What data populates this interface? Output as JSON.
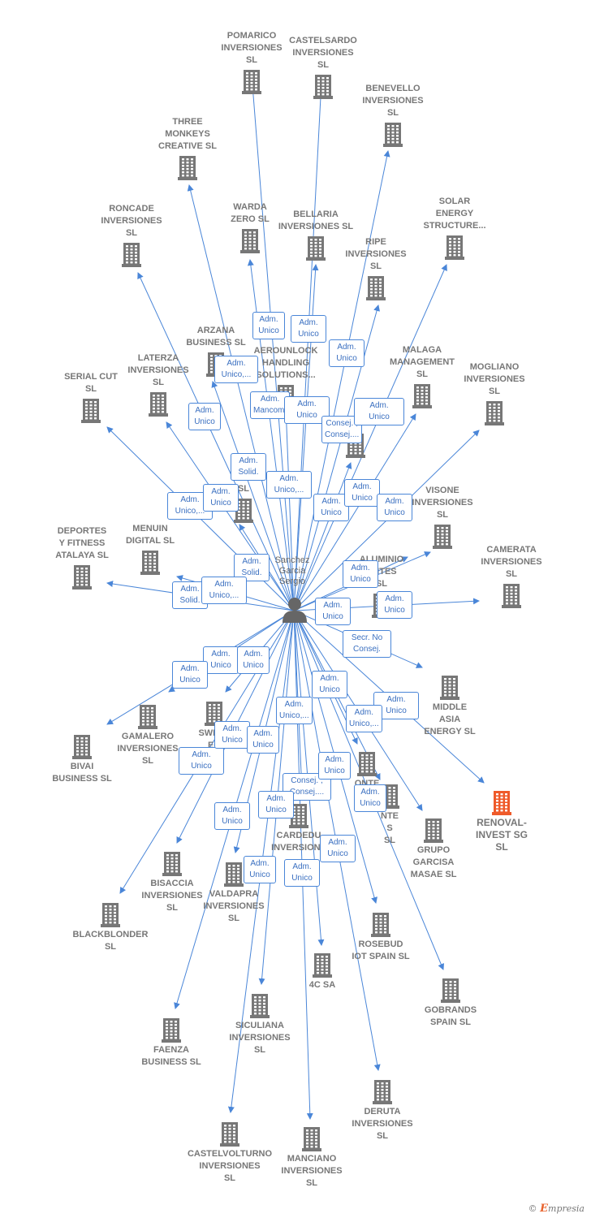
{
  "colors": {
    "edge": "#4a86d8",
    "building": "#777777",
    "highlight": "#ef5a2a",
    "person": "#666666"
  },
  "center": {
    "name": "Sanchez\nGarcia\nSergio",
    "icon": "person-icon"
  },
  "nodes": [
    {
      "id": "pomarico",
      "label": "POMARICO\nINVERSIONES\nSL"
    },
    {
      "id": "castelsardo",
      "label": "CASTELSARDO\nINVERSIONES\nSL"
    },
    {
      "id": "benevello",
      "label": "BENEVELLO\nINVERSIONES\nSL"
    },
    {
      "id": "three-monkeys",
      "label": "THREE\nMONKEYS\nCREATIVE  SL"
    },
    {
      "id": "warda",
      "label": "WARDA\nZERO  SL"
    },
    {
      "id": "bellaria",
      "label": "BELLARIA\nINVERSIONES SL"
    },
    {
      "id": "solar",
      "label": "SOLAR\nENERGY\nSTRUCTURE..."
    },
    {
      "id": "roncade",
      "label": "RONCADE\nINVERSIONES\nSL"
    },
    {
      "id": "ripe",
      "label": "RIPE\nINVERSIONES\nSL"
    },
    {
      "id": "arzana",
      "label": "ARZANA\nBUSINESS SL"
    },
    {
      "id": "aerounlock",
      "label": "AEROUNLOCK\nHANDLING\nSOLUTIONS..."
    },
    {
      "id": "malaga",
      "label": "MALAGA\nMANAGEMENT\nSL"
    },
    {
      "id": "laterza",
      "label": "LATERZA\nINVERSIONES\nSL"
    },
    {
      "id": "serial-cut",
      "label": "SERIAL CUT\nSL"
    },
    {
      "id": "mogliano",
      "label": "MOGLIANO\nINVERSIONES\nSL"
    },
    {
      "id": "er",
      "label": "ER"
    },
    {
      "id": "visone",
      "label": "VISONE\nINVERSIONES\nSL"
    },
    {
      "id": "sl-hidden",
      "label": "SL"
    },
    {
      "id": "deportes",
      "label": "DEPORTES\nY FITNESS\nATALAYA SL"
    },
    {
      "id": "menuin",
      "label": "MENUIN\nDIGITAL  SL"
    },
    {
      "id": "camerata",
      "label": "CAMERATA\nINVERSIONES\nSL"
    },
    {
      "id": "aluminio",
      "label": "ALUMINIO\nANTES\nSL"
    },
    {
      "id": "middle-asia",
      "label": "MIDDLE\nASIA\nENERGY  SL"
    },
    {
      "id": "gamalero",
      "label": "GAMALERO\nINVERSIONES\nSL"
    },
    {
      "id": "sweet",
      "label": "SWEET\nEO"
    },
    {
      "id": "bivai",
      "label": "BIVAI\nBUSINESS  SL"
    },
    {
      "id": "renoval",
      "label": "RENOVAL-\nINVEST SG\nSL",
      "highlight": true
    },
    {
      "id": "onte",
      "label": "ONTE\nINVE"
    },
    {
      "id": "onte2",
      "label": "NTE\nS\nSL"
    },
    {
      "id": "grupo-garcisa",
      "label": "GRUPO\nGARCISA\nMASAE  SL"
    },
    {
      "id": "cardedu",
      "label": "CARDEDU\nINVERSIONE"
    },
    {
      "id": "bisaccia",
      "label": "BISACCIA\nINVERSIONES\nSL"
    },
    {
      "id": "valdapra",
      "label": "VALDAPRA\nINVERSIONES\nSL"
    },
    {
      "id": "blackblonder",
      "label": "BLACKBLONDER\nSL"
    },
    {
      "id": "rosebud",
      "label": "ROSEBUD\nIOT SPAIN  SL"
    },
    {
      "id": "4c",
      "label": "4C SA"
    },
    {
      "id": "gobrands",
      "label": "GOBRANDS\nSPAIN  SL"
    },
    {
      "id": "siculiana",
      "label": "SICULIANA\nINVERSIONES\nSL"
    },
    {
      "id": "faenza",
      "label": "FAENZA\nBUSINESS  SL"
    },
    {
      "id": "deruta",
      "label": "DERUTA\nINVERSIONES\nSL"
    },
    {
      "id": "castelvolturno",
      "label": "CASTELVOLTURNO\nINVERSIONES\nSL"
    },
    {
      "id": "manciano",
      "label": "MANCIANO\nINVERSIONES\nSL"
    }
  ],
  "relations": [
    "Adm.\nUnico",
    "Adm.\nUnico",
    "Adm.\nUnico",
    "Adm.\nUnico,...",
    "Adm.\nUnico",
    "Adm.\nMancom.",
    "Adm.\nUnico",
    "Consej. ,\nConsej....",
    "Adm.\nUnico",
    "Adm.\nSolid.",
    "Adm.\nUnico,...",
    "Adm.\nUnico,...",
    "Adm.\nUnico",
    "Adm.\nUnico",
    "Adm.\nUnico",
    "Adm.\nUnico",
    "Adm.\nSolid.",
    "Adm.\nSolid.",
    "Adm.\nUnico,...",
    "Adm.\nUnico",
    "Adm.\nUnico",
    "Adm.\nUnico",
    "Secr.  No\nConsej.",
    "Adm.\nUnico",
    "Adm.\nUnico",
    "Adm.\nUnico",
    "Adm.\nUnico",
    "Adm.\nUnico",
    "Adm.\nUnico,...",
    "Adm.\nUnico",
    "Adm.\nUnico",
    "Adm.\nUnico",
    "Adm.\nUnico,...",
    "Consej. ,\nConsej....",
    "Adm.\nUnico",
    "Adm.\nUnico",
    "Adm.\nUnico",
    "Adm.\nUnico",
    "Adm.\nUnico",
    "Adm.\nUnico",
    "Adm.\nUnico"
  ],
  "footer": {
    "copyright": "©",
    "brand_initial": "E",
    "brand_rest": "mpresia"
  }
}
